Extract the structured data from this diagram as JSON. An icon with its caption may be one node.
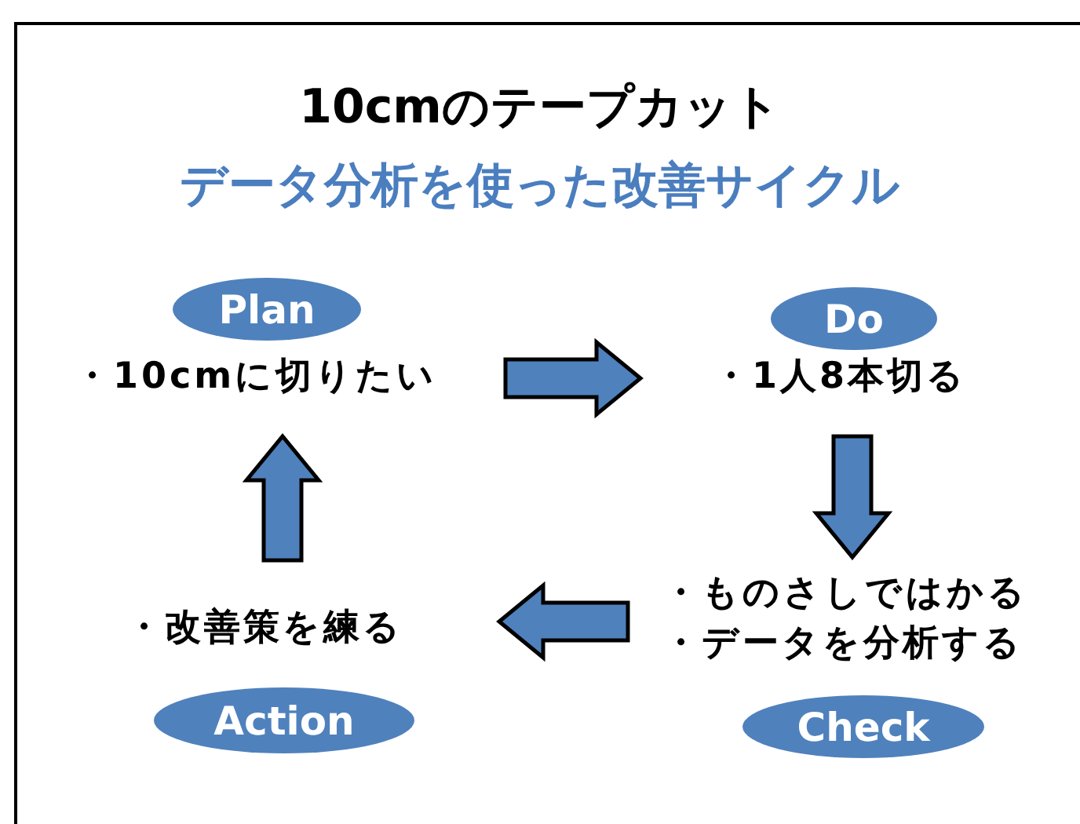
{
  "diagram": {
    "title": "10cmのテープカット",
    "caption": "データ分析を使った改善サイクル",
    "nodes": [
      {
        "text": [
          "Plan",
          "・10cmに切りたい"
        ]
      },
      {
        "text": [
          "Do",
          "・1人8本切る"
        ]
      },
      {
        "text": [
          "・ものさしではかる",
          "・データを分析する",
          "Check"
        ]
      },
      {
        "text": [
          "・改善策を練る",
          "Action"
        ]
      }
    ],
    "edges": [
      {
        "from": 0,
        "to": 1,
        "arrow": "to"
      },
      {
        "from": 1,
        "to": 2,
        "arrow": "to"
      },
      {
        "from": 2,
        "to": 3,
        "arrow": "to"
      },
      {
        "from": 3,
        "to": 0,
        "arrow": "to"
      }
    ]
  }
}
